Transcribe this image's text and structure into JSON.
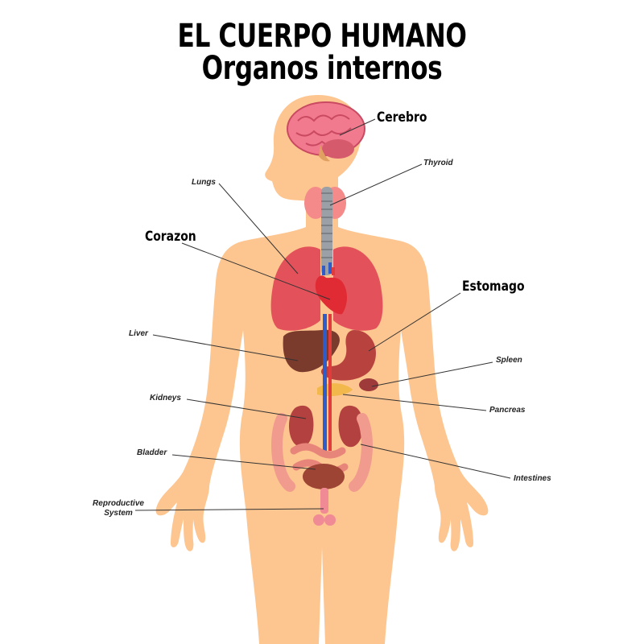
{
  "title": {
    "line1": "EL CUERPO HUMANO",
    "line2": "Organos internos"
  },
  "labels": {
    "brain": "Cerebro",
    "thyroid": "Thyroid",
    "lungs": "Lungs",
    "heart": "Corazon",
    "stomach": "Estomago",
    "liver": "Liver",
    "spleen": "Spleen",
    "kidneys": "Kidneys",
    "pancreas": "Pancreas",
    "bladder": "Bladder",
    "intestines": "Intestines",
    "reproductive_line1": "Reproductive",
    "reproductive_line2": "System"
  },
  "colors": {
    "skin": "#FDC58F",
    "organ_red": "#D9474F",
    "lung": "#E3525B",
    "liver": "#7A3A2C",
    "stomach": "#B8433E",
    "brain": "#F27A8E",
    "kidney": "#B3413F",
    "pancreas": "#F2B84B",
    "trachea": "#9AA0A6",
    "vein": "#2F5CC9",
    "artery": "#E23B3B",
    "intestine": "#F19A8E"
  }
}
